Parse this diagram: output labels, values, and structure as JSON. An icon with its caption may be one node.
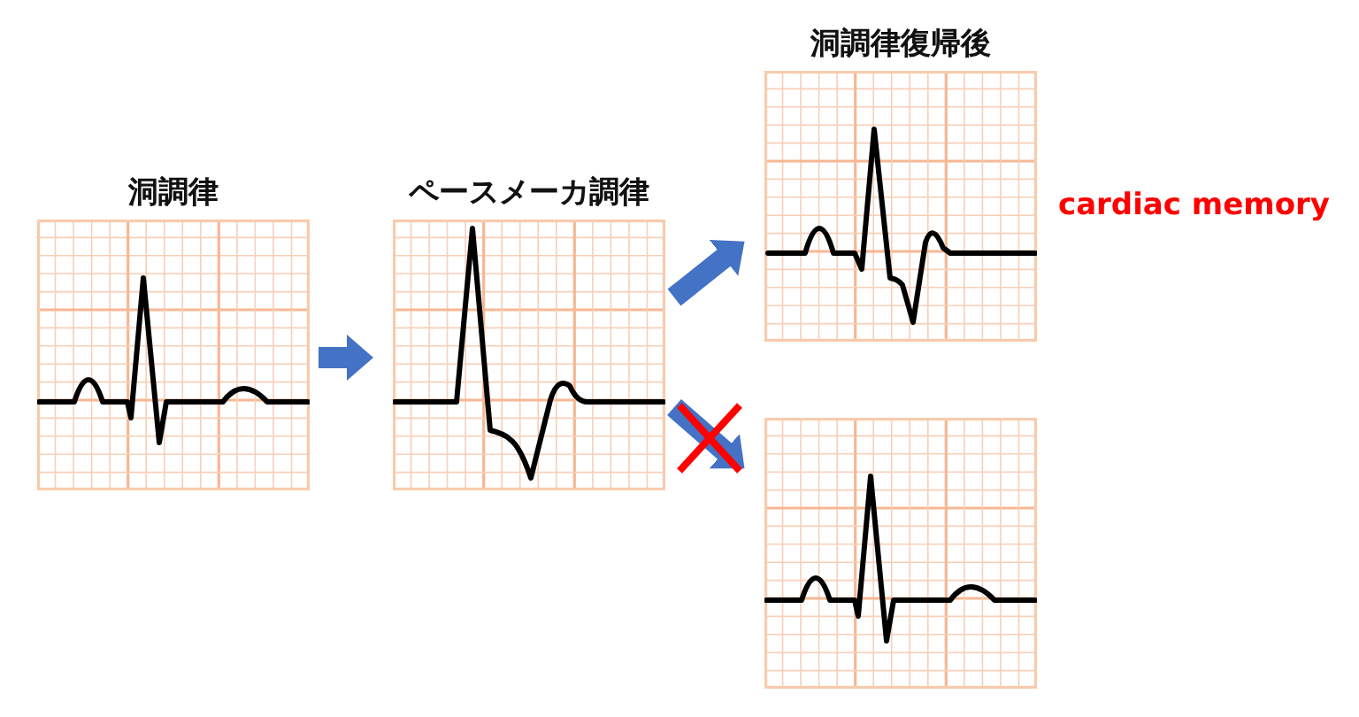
{
  "diagram": {
    "nodes": [
      {
        "text": [
          "洞調律"
        ]
      },
      {
        "text": [
          "ペースメーカ調律"
        ]
      },
      {
        "text": [
          "洞調律復帰後"
        ],
        "beside": [
          "cardiac memory"
        ]
      },
      {
        "text": [],
        "shape": "picture"
      }
    ],
    "edges": [
      {
        "from": 0,
        "to": 1,
        "arrow": "to"
      },
      {
        "from": 1,
        "to": 2,
        "arrow": "to"
      },
      {
        "from": 1,
        "to": 3,
        "arrow": "to"
      }
    ]
  }
}
